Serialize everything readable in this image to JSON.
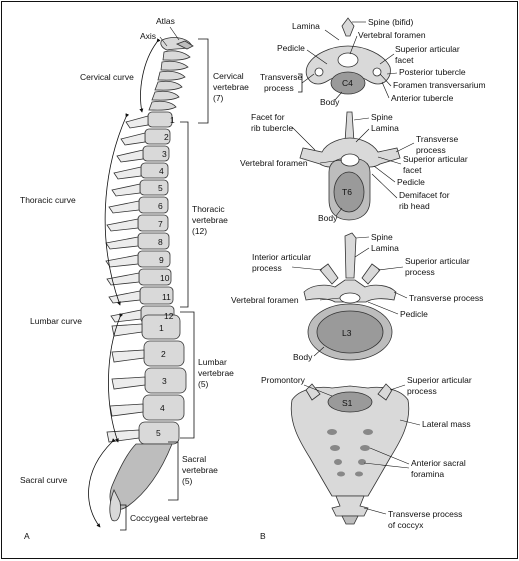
{
  "panel_a": {
    "panel_letter": "A",
    "top_labels": {
      "atlas": "Atlas",
      "axis": "Axis"
    },
    "curves": {
      "cervical": "Cervical curve",
      "thoracic": "Thoracic curve",
      "lumbar": "Lumbar curve",
      "sacral": "Sacral curve"
    },
    "regions": {
      "cervical_1": "Cervical",
      "cervical_2": "vertebrae",
      "cervical_3": "(7)",
      "thoracic_1": "Thoracic",
      "thoracic_2": "vertebrae",
      "thoracic_3": "(12)",
      "lumbar_1": "Lumbar",
      "lumbar_2": "vertebrae",
      "lumbar_3": "(5)",
      "sacral_1": "Sacral",
      "sacral_2": "vertebrae",
      "sacral_3": "(5)",
      "coccygeal": "Coccygeal vertebrae"
    },
    "thoracic_numbers": [
      "1",
      "2",
      "3",
      "4",
      "5",
      "6",
      "7",
      "8",
      "9",
      "10",
      "11",
      "12"
    ],
    "lumbar_numbers": [
      "1",
      "2",
      "3",
      "4",
      "5"
    ]
  },
  "panel_b": {
    "panel_letter": "B",
    "c4": {
      "body_label": "C4",
      "lamina": "Lamina",
      "spine_bifid": "Spine (bifid)",
      "vertebral_foramen": "Vertebral foramen",
      "pedicle": "Pedicle",
      "superior_articular_1": "Superior articular",
      "superior_articular_2": "facet",
      "transverse_1": "Transverse",
      "transverse_2": "process",
      "posterior_tubercle": "Posterior tubercle",
      "foramen_transversarium": "Foramen transversarium",
      "body": "Body",
      "anterior_tubercle": "Anterior tubercle"
    },
    "t6": {
      "body_label": "T6",
      "facet_1": "Facet for",
      "facet_2": "rib tubercle",
      "spine": "Spine",
      "lamina": "Lamina",
      "transverse_1": "Transverse",
      "transverse_2": "process",
      "vertebral_foramen": "Vertebral foramen",
      "superior_articular_1": "Superior articular",
      "superior_articular_2": "facet",
      "pedicle": "Pedicle",
      "demifacet_1": "Demifacet for",
      "demifacet_2": "rib head",
      "body": "Body"
    },
    "l3": {
      "body_label": "L3",
      "spine": "Spine",
      "lamina": "Lamina",
      "inferior_1": "Interior articular",
      "inferior_2": "process",
      "superior_articular_1": "Superior articular",
      "superior_articular_2": "process",
      "transverse": "Transverse process",
      "vertebral_foramen": "Vertebral foramen",
      "pedicle": "Pedicle",
      "body": "Body"
    },
    "sacrum": {
      "body_label": "S1",
      "promontory": "Promontory",
      "superior_articular_1": "Superior articular",
      "superior_articular_2": "process",
      "lateral_mass": "Lateral mass",
      "anterior_sacral_1": "Anterior sacral",
      "anterior_sacral_2": "foramina",
      "coccyx_1": "Transverse process",
      "coccyx_2": "of coccyx"
    }
  }
}
